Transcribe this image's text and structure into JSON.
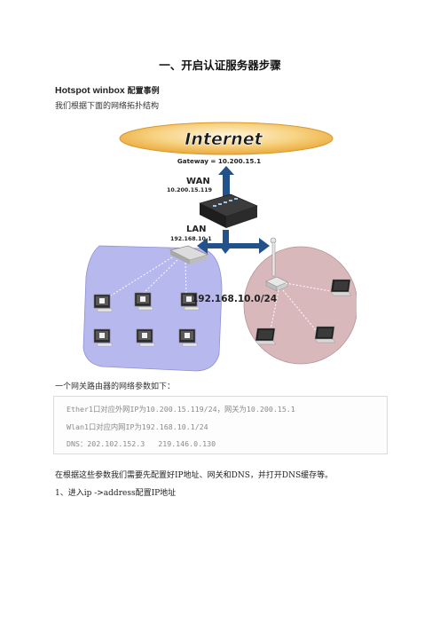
{
  "doc": {
    "title": "一、开启认证服务器步骤",
    "subtitle_en": "Hotspot winbox ",
    "subtitle_cn": "配置事例",
    "intro": "我们根据下面的网络拓扑结构",
    "params_intro": "一个网关路由器的网络参数如下：",
    "code_lines": [
      "Ether1口对应外网IP为10.200.15.119/24，网关为10.200.15.1",
      "Wlan1口对应内网IP为192.168.10.1/24",
      "DNS：202.102.152.3   219.146.0.130"
    ],
    "para_config": "在根据这些参数我们需要先配置好IP地址、网关和DNS，并打开DNS缓存等。",
    "step1": "1、进入ip ->address配置IP地址"
  },
  "diagram": {
    "internet": "Internet",
    "gateway": "Gateway = 10.200.15.1",
    "wan": "WAN",
    "wan_ip": "10.200.15.119",
    "lan": "LAN",
    "lan_ip": "192.168.10.1",
    "subnet": "192.168.10.0/24",
    "colors": {
      "cloud": "#f3bd5a",
      "left_zone": "#b7b8ee",
      "right_zone": "#d8b8bb",
      "arrow": "#23518a"
    }
  }
}
